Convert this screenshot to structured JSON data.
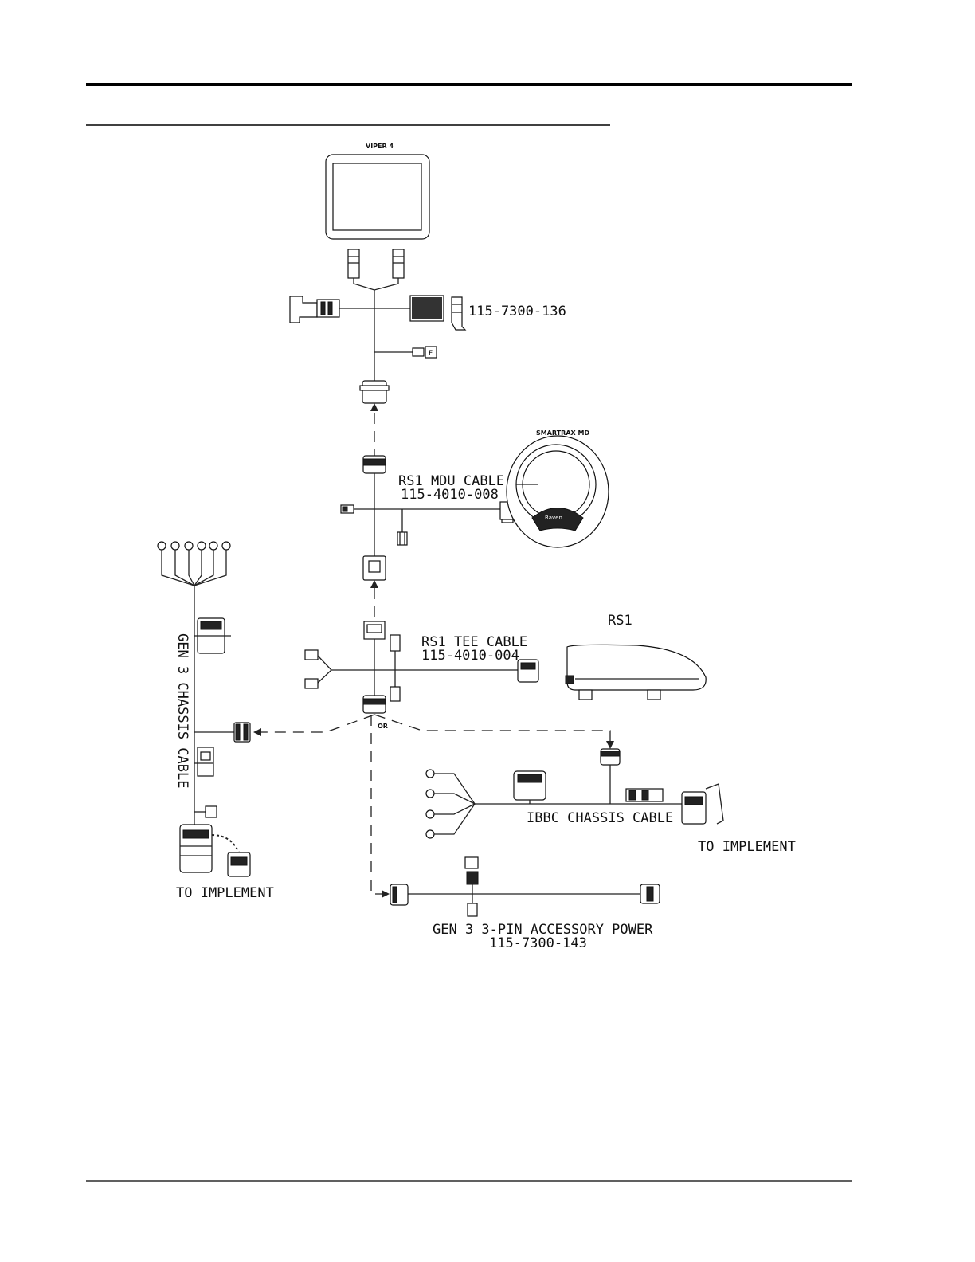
{
  "labels": {
    "viper": "VIPER 4",
    "part_136": "115-7300-136",
    "smartrax": "SMARTRAX MD",
    "mdu_cable": "RS1 MDU CABLE",
    "mdu_cable_pn": "115-4010-008",
    "rs1": "RS1",
    "tee_cable": "RS1 TEE CABLE",
    "tee_cable_pn": "115-4010-004",
    "or": "OR",
    "gen3_chassis": "GEN 3 CHASSIS CABLE",
    "ibbc_chassis": "IBBC CHASSIS CABLE",
    "to_implement_left": "TO IMPLEMENT",
    "to_implement_right": "TO IMPLEMENT",
    "acc_power": "GEN 3 3-PIN ACCESSORY POWER",
    "acc_power_pn": "115-7300-143",
    "raven_logo": "Raven"
  },
  "colors": {
    "line": "#222222",
    "rule": "#000000"
  }
}
